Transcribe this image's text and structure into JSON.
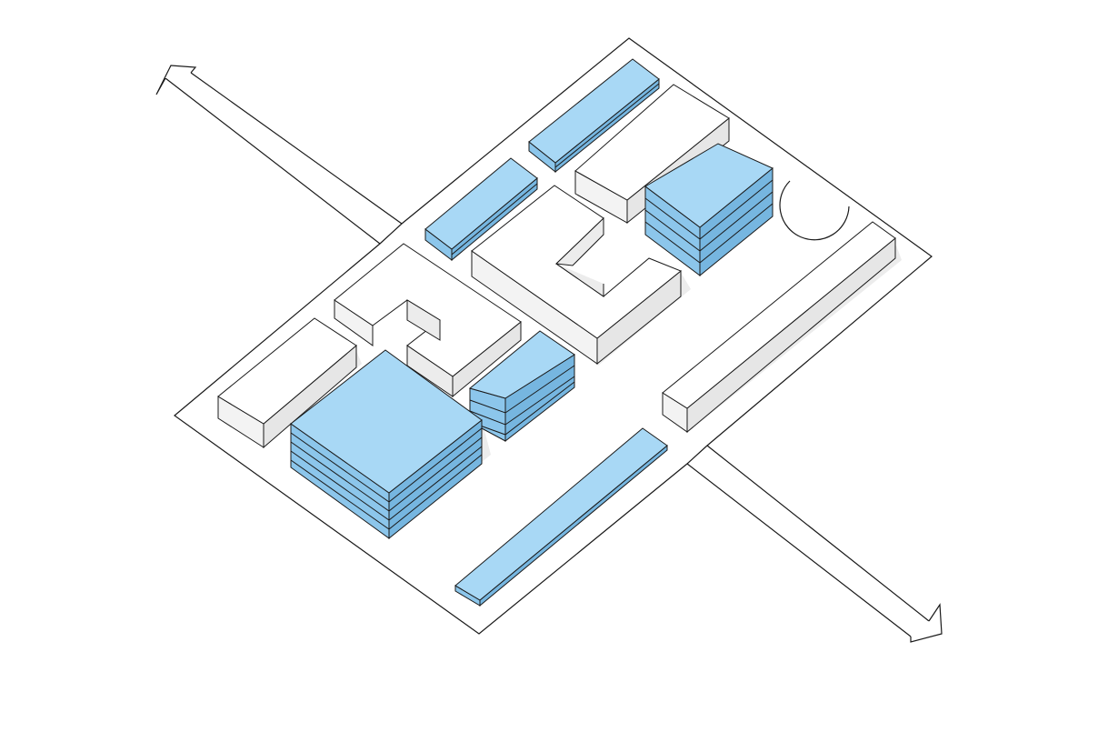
{
  "diagram": {
    "kind": "isometric-massing-site-plan",
    "colors": {
      "background": "#ffffff",
      "stroke": "#1a1a1a",
      "ground": "#ffffff",
      "shadow": "#d9d9d9",
      "white_top": "#ffffff",
      "white_left": "#f3f3f3",
      "white_right": "#e6e6e6",
      "blue_top": "#a8d8f5",
      "blue_left": "#8cc6eb",
      "blue_right": "#76b6e0"
    },
    "site": {
      "shape": "site-boundary-with-roads",
      "labels": []
    },
    "roads": [
      {
        "name": "road-northwest",
        "arrow": "arrow-icon"
      },
      {
        "name": "road-southeast",
        "arrow": "arrow-icon"
      }
    ],
    "features": [
      {
        "name": "roundabout",
        "shape": "half-circle"
      }
    ],
    "buildings": [
      {
        "name": "blue-slab-north",
        "color": "blue",
        "floors": 1
      },
      {
        "name": "blue-slab-northwest",
        "color": "blue",
        "floors": 1
      },
      {
        "name": "white-block-northeast",
        "color": "white",
        "floors": 1
      },
      {
        "name": "blue-tower-northeast",
        "color": "blue",
        "floors": 4
      },
      {
        "name": "white-courtyard-block-center",
        "color": "white",
        "floors": 1
      },
      {
        "name": "white-courtyard-block-west",
        "color": "white",
        "floors": 1
      },
      {
        "name": "white-bar-west",
        "color": "white",
        "floors": 1
      },
      {
        "name": "blue-tower-southwest-large",
        "color": "blue",
        "floors": 6
      },
      {
        "name": "blue-tower-center-small",
        "color": "blue",
        "floors": 4
      },
      {
        "name": "white-bar-east-long",
        "color": "white",
        "floors": 1
      },
      {
        "name": "blue-slab-south-long",
        "color": "blue",
        "floors": 1
      }
    ]
  }
}
